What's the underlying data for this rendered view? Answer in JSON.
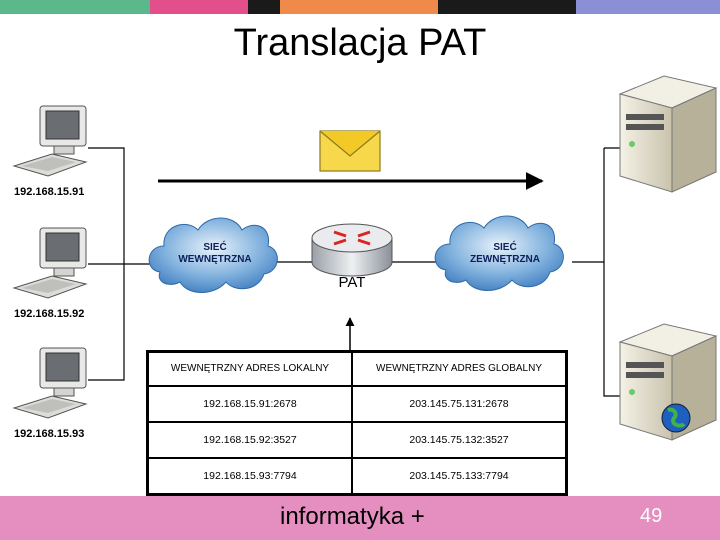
{
  "title": "Translacja PAT",
  "top_bar_colors": [
    "#5bb88a",
    "#e24f8a",
    "#1a1a1a",
    "#f08a4a",
    "#1a1a1a",
    "#8a8fd6"
  ],
  "hosts": [
    {
      "ip": "192.168.15.91"
    },
    {
      "ip": "192.168.15.92"
    },
    {
      "ip": "192.168.15.93"
    }
  ],
  "clouds": {
    "internal": {
      "line1": "SIEĆ",
      "line2": "WEWNĘTRZNA"
    },
    "external": {
      "line1": "SIEĆ",
      "line2": "ZEWNĘTRZNA"
    }
  },
  "router_label": "PAT",
  "table": {
    "headers": [
      "WEWNĘTRZNY ADRES LOKALNY",
      "WEWNĘTRZNY ADRES GLOBALNY"
    ],
    "rows": [
      [
        "192.168.15.91:2678",
        "203.145.75.131:2678"
      ],
      [
        "192.168.15.92:3527",
        "203.145.75.132:3527"
      ],
      [
        "192.168.15.93:7794",
        "203.145.75.133:7794"
      ]
    ]
  },
  "footer": {
    "brand": "informatyka +",
    "page": "49",
    "color": "#e58fc0"
  },
  "icons": [
    "pc-icon",
    "cloud-icon",
    "router-icon",
    "server-icon",
    "envelope-icon",
    "globe-icon"
  ]
}
